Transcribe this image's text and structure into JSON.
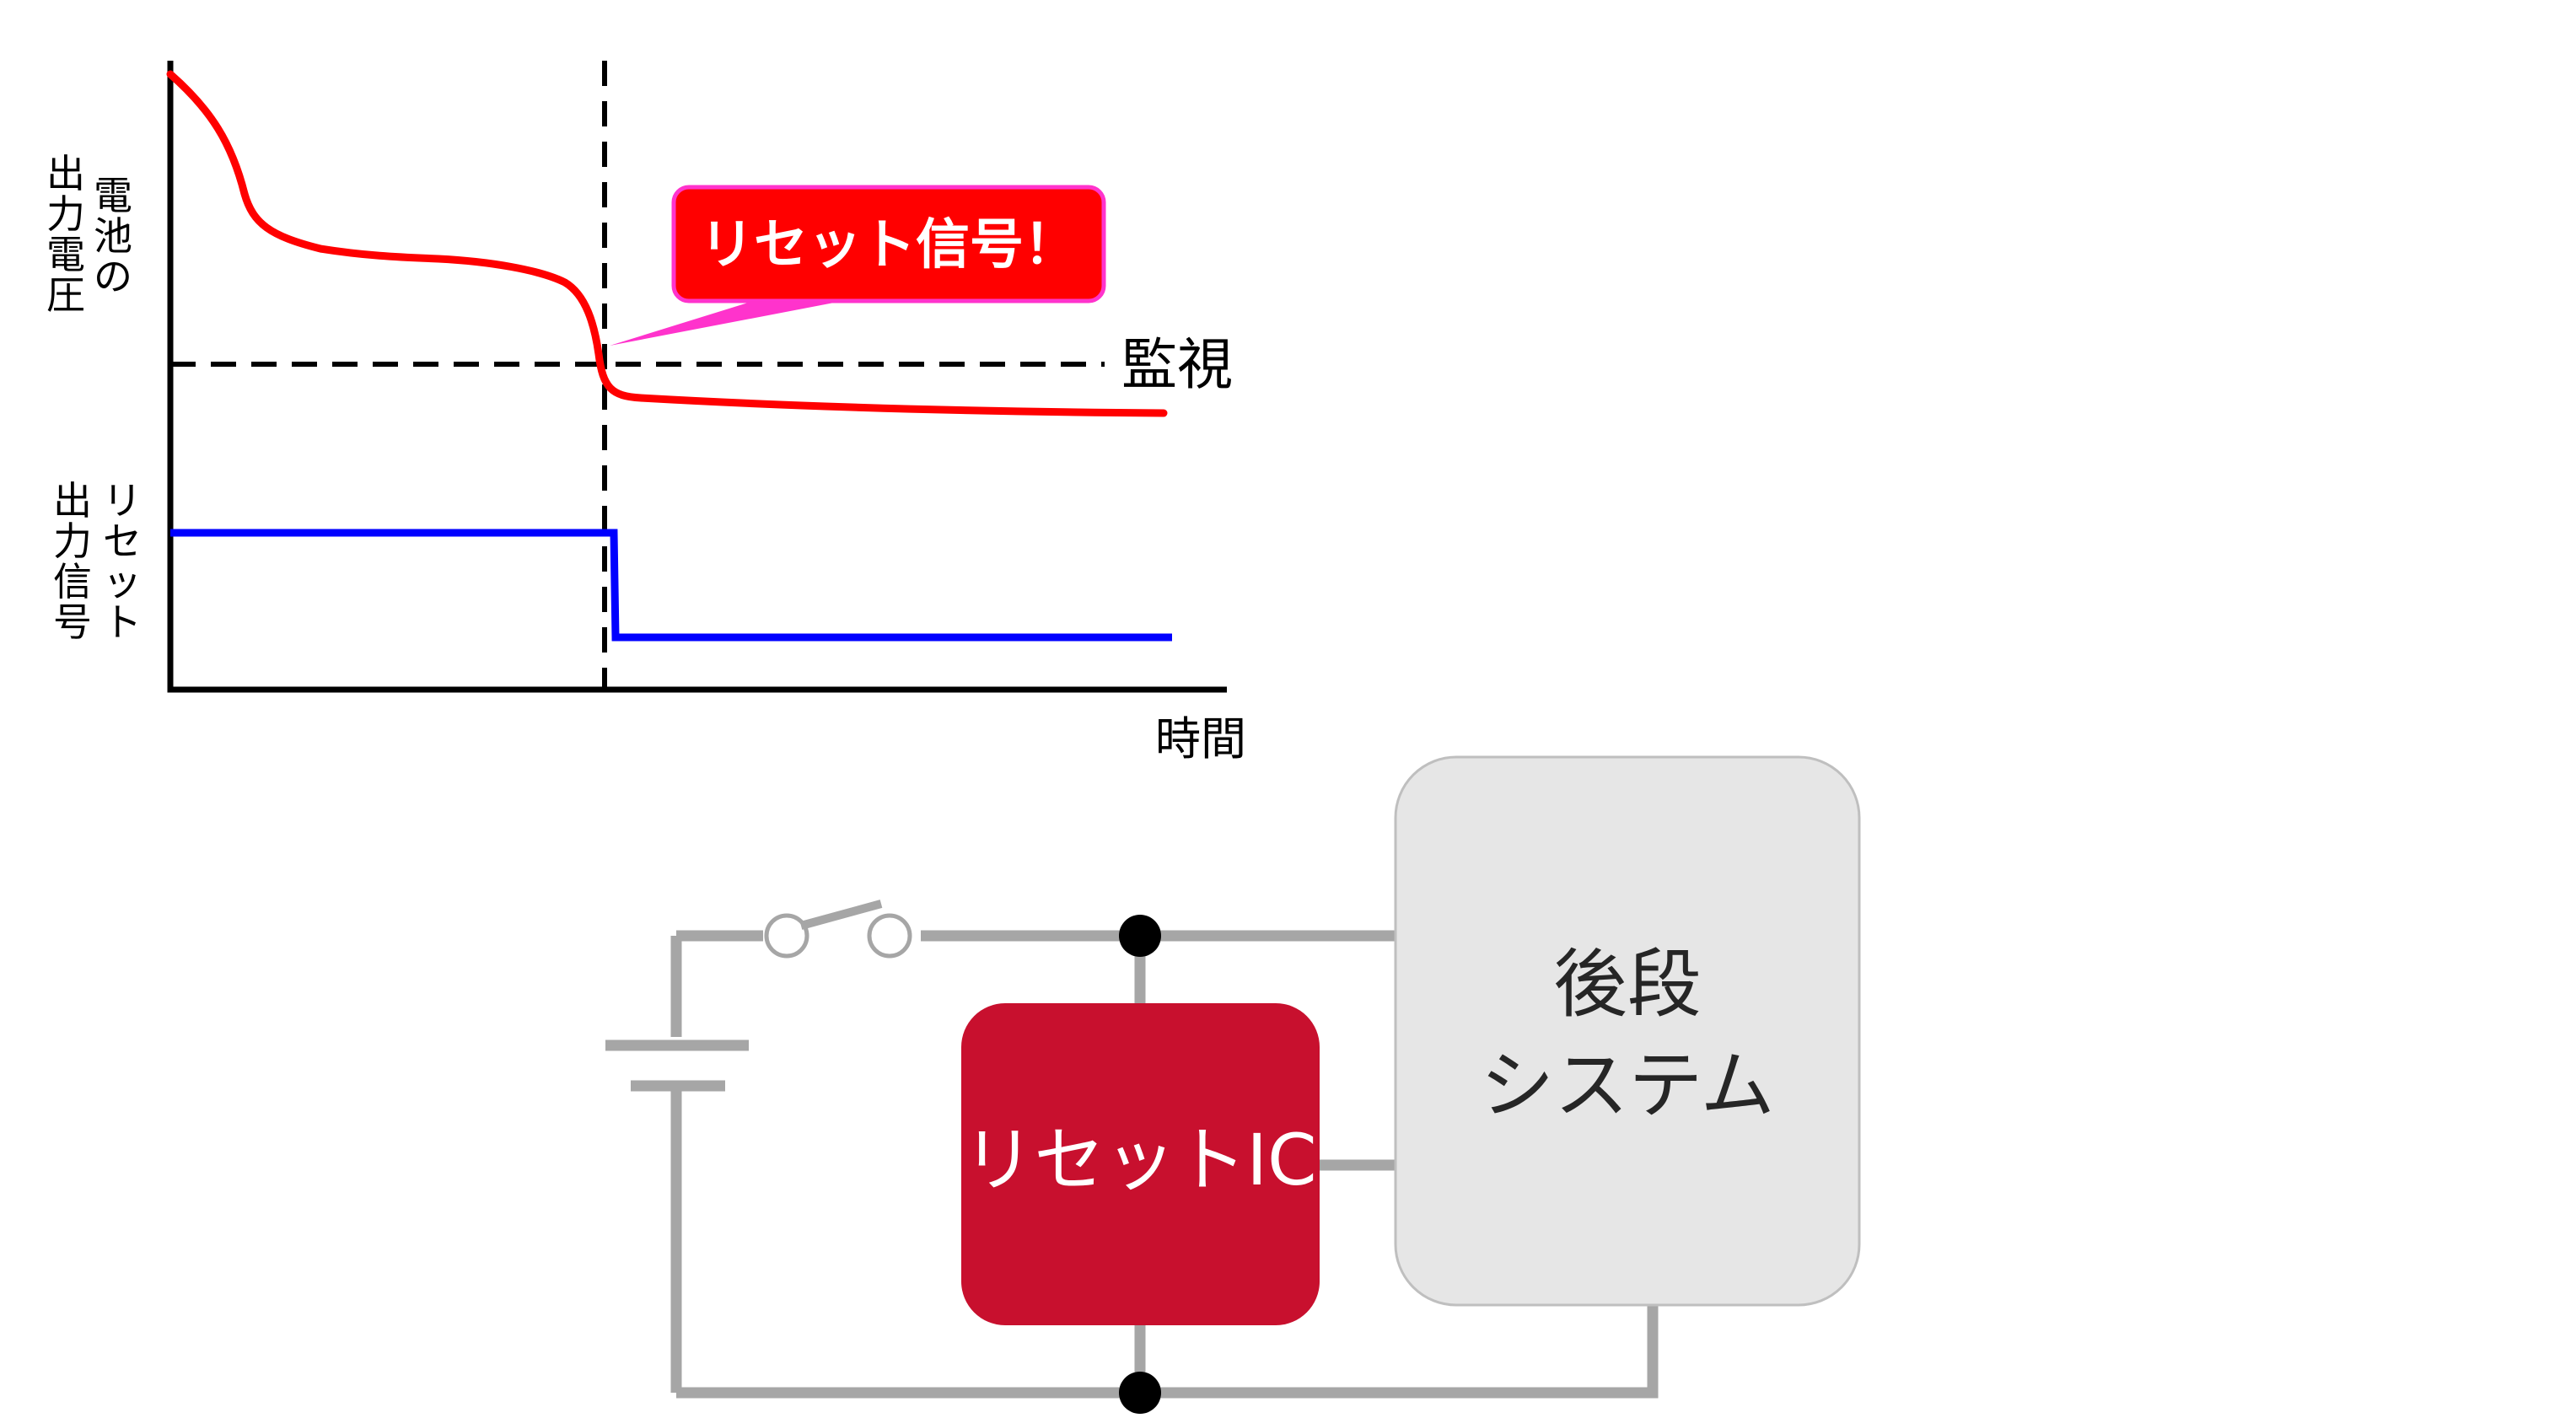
{
  "chart": {
    "y_label_voltage": [
      "電",
      "池",
      "の",
      "出",
      "力",
      "電",
      "圧"
    ],
    "y_label_reset": [
      "リ",
      "セ",
      "ッ",
      "ト",
      "出",
      "力",
      "信",
      "号"
    ],
    "x_label": "時間",
    "threshold_label": "監視",
    "callout_text": "リセット信号！"
  },
  "circuit": {
    "reset_ic_label": "リセットIC",
    "system_label_line1": "後段",
    "system_label_line2": "システム"
  },
  "colors": {
    "voltage_line": "#ff0000",
    "reset_line": "#0000ff",
    "callout_fill": "#ff0000",
    "callout_border": "#ff33cc",
    "ic_fill": "#c8102e",
    "system_fill": "#e6e6e6",
    "wire": "#a6a6a6"
  }
}
